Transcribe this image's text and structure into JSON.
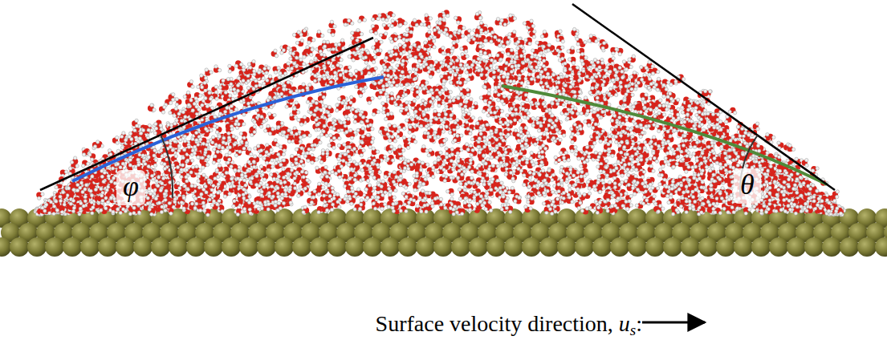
{
  "diagram": {
    "labels": [
      "φ",
      "θ",
      "Surface velocity direction,",
      "u",
      "s",
      ":"
    ]
  }
}
